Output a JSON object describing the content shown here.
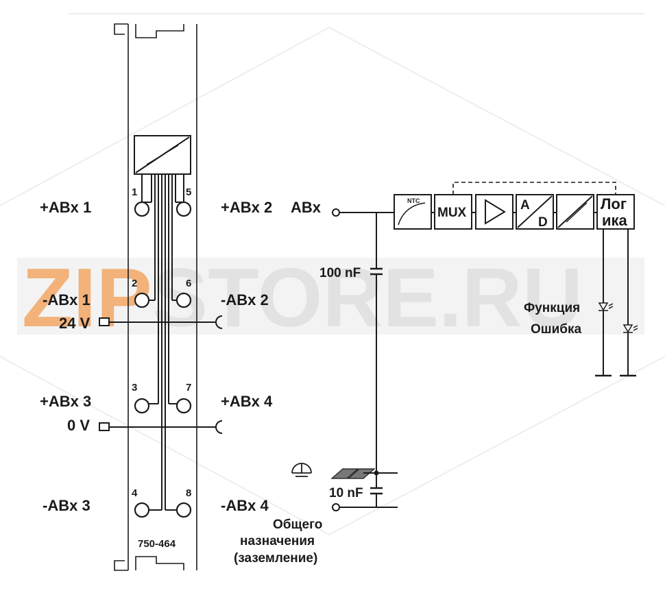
{
  "watermark": {
    "prefix": "ZIP",
    "suffix": "STORE.RU",
    "prefix_color": "#f2b27a",
    "suffix_color": "#e4e4e4"
  },
  "module": {
    "part_number": "750-464",
    "terminals": [
      {
        "number": "1",
        "label": "+ABx 1"
      },
      {
        "number": "2",
        "label": "-ABx 1"
      },
      {
        "number": "3",
        "label": "+ABx 3"
      },
      {
        "number": "4",
        "label": "-ABx 3"
      },
      {
        "number": "5",
        "label": "+ABx 2"
      },
      {
        "number": "6",
        "label": "-ABx 2"
      },
      {
        "number": "7",
        "label": "+ABx 4"
      },
      {
        "number": "8",
        "label": "-ABx 4"
      }
    ],
    "supply": {
      "v24": "24 V",
      "v0": "0 V"
    }
  },
  "circuit": {
    "input_label": "ABx",
    "cap_top": "100 nF",
    "cap_bottom": "10 nF",
    "ground_label": [
      "Общего",
      "назначения",
      "(заземление)"
    ],
    "blocks": {
      "ntc": "NTC",
      "mux": "MUX",
      "adc_a": "A",
      "adc_d": "D",
      "logic_line1": "Лог",
      "logic_line2": "ика"
    },
    "led_function": "Функция",
    "led_error": "Ошибка"
  }
}
